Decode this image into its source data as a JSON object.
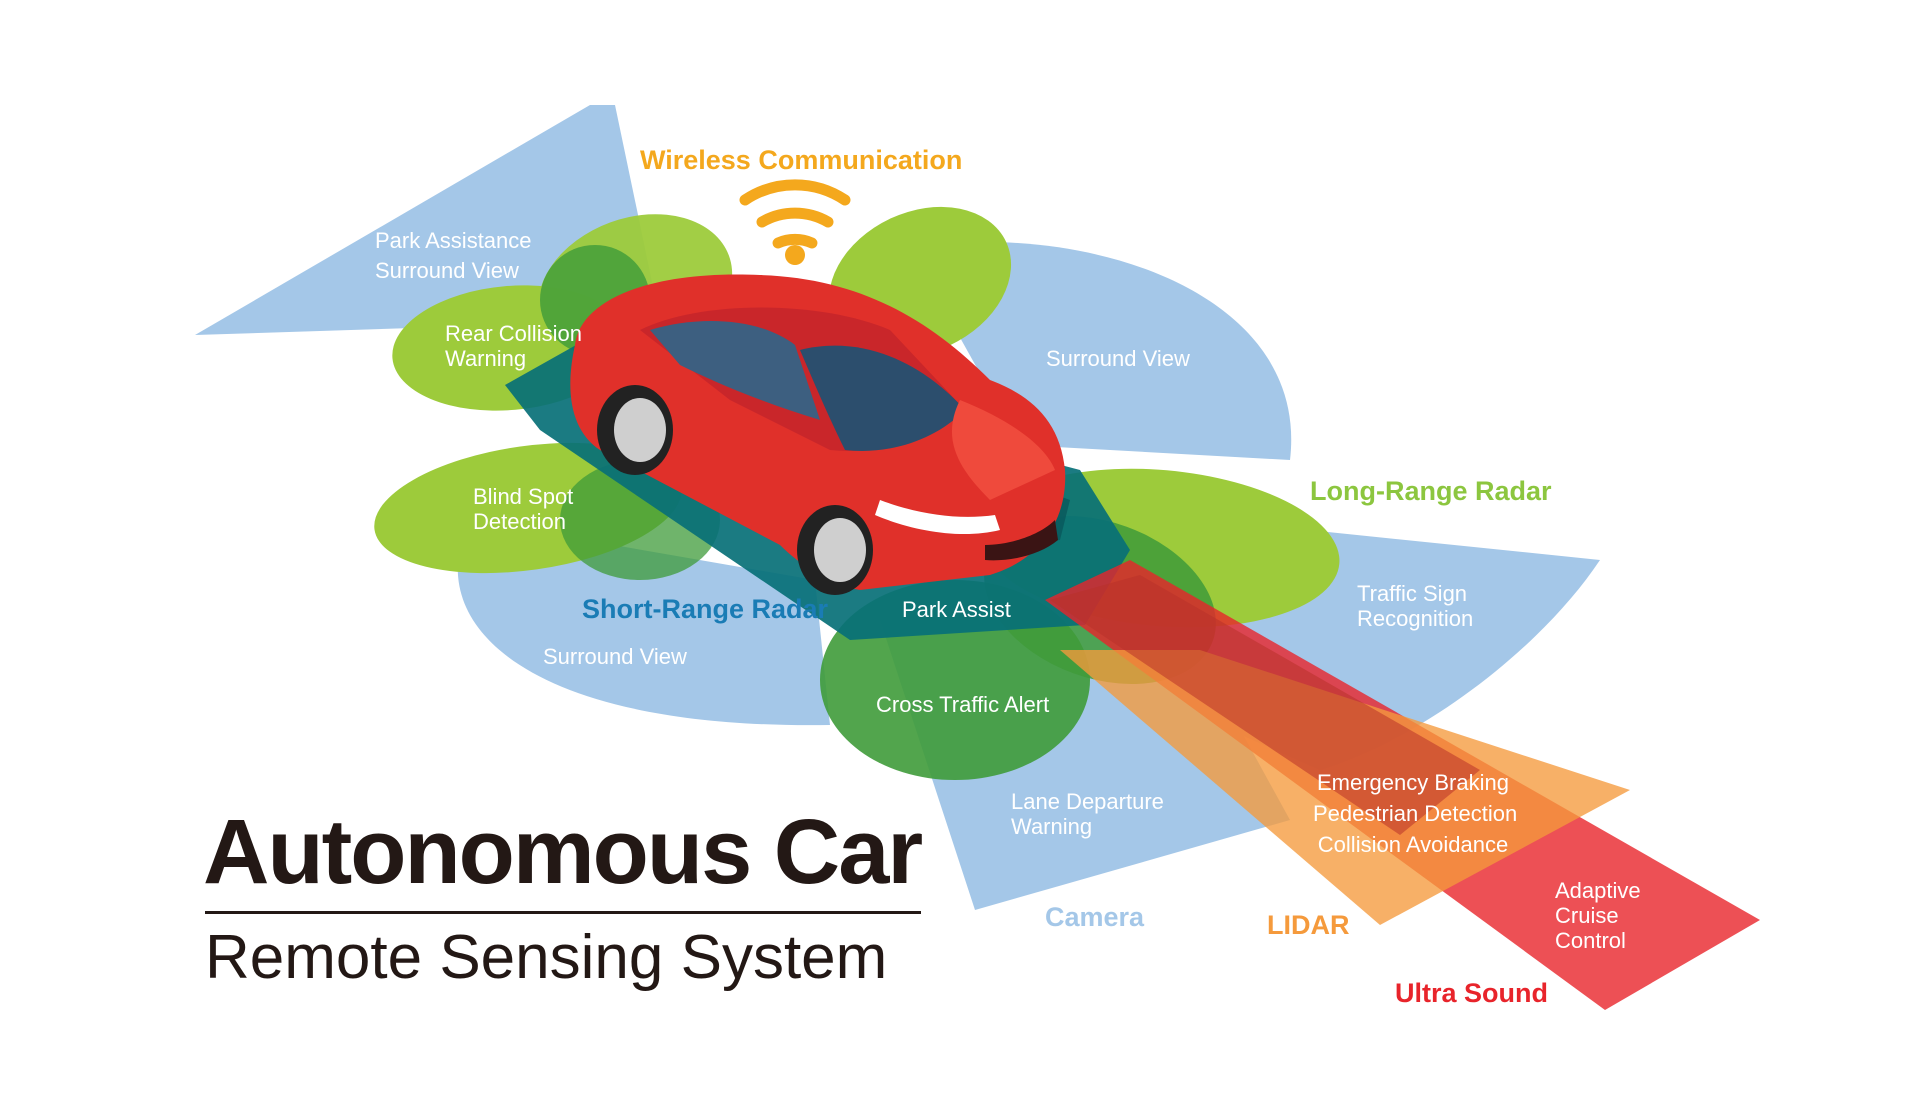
{
  "title": "Autonomous Car",
  "subtitle": "Remote Sensing System",
  "categories": {
    "wireless": "Wireless Communication",
    "long_range_radar": "Long-Range Radar",
    "short_range_radar": "Short-Range Radar",
    "camera": "Camera",
    "lidar": "LIDAR",
    "ultra_sound": "Ultra Sound"
  },
  "features": {
    "park_assistance": [
      "Park Assistance",
      "Surround View"
    ],
    "rear_collision": [
      "Rear Collision",
      "Warning"
    ],
    "surround_view_top": "Surround View",
    "blind_spot": [
      "Blind Spot",
      "Detection"
    ],
    "surround_view_left": "Surround View",
    "park_assist": "Park Assist",
    "cross_traffic": "Cross Traffic Alert",
    "lane_departure": [
      "Lane Departure",
      "Warning"
    ],
    "traffic_sign": [
      "Traffic Sign",
      "Recognition"
    ],
    "emergency": [
      "Emergency Braking",
      "Pedestrian Detection",
      "Collision Avoidance"
    ],
    "adaptive_cruise": [
      "Adaptive",
      "Cruise",
      "Control"
    ]
  },
  "colors": {
    "camera_blue": "#a4c7e8",
    "lime": "#9dcb3b",
    "green": "#3f9b3a",
    "teal": "#087077",
    "lidar_orange": "#f59a3c",
    "ultra_red": "#e8242b",
    "wireless_yellow": "#f4a81d",
    "car_red": "#e0302a",
    "title_dark": "#231815"
  }
}
